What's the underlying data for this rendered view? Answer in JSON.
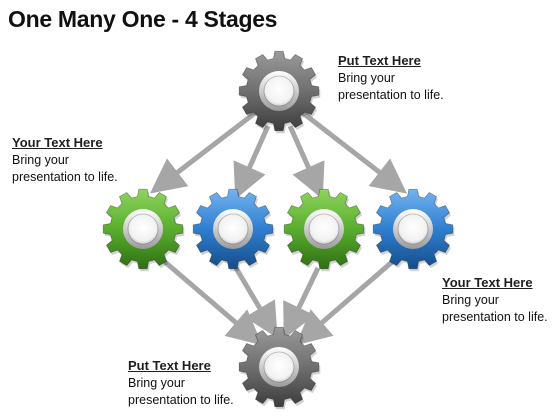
{
  "title": "One Many One - 4 Stages",
  "callouts": {
    "top": {
      "heading": "Put Text Here",
      "body": "Bring your presentation to life."
    },
    "left": {
      "heading": "Your Text Here",
      "body": "Bring your presentation to life."
    },
    "right": {
      "heading": "Your Text Here",
      "body": "Bring your presentation to life."
    },
    "bottom": {
      "heading": "Put Text Here",
      "body": "Bring your presentation to life."
    }
  },
  "colors": {
    "gear_gray": "#6f6f6f",
    "gear_green": "#5aae2e",
    "gear_blue": "#2f7fcf",
    "arrow": "#a6a6a6"
  },
  "gears": [
    {
      "name": "gear-top-gray-icon",
      "color": "gear_gray"
    },
    {
      "name": "gear-middle-1-green-icon",
      "color": "gear_green"
    },
    {
      "name": "gear-middle-2-blue-icon",
      "color": "gear_blue"
    },
    {
      "name": "gear-middle-3-green-icon",
      "color": "gear_green"
    },
    {
      "name": "gear-middle-4-blue-icon",
      "color": "gear_blue"
    },
    {
      "name": "gear-bottom-gray-icon",
      "color": "gear_gray"
    }
  ]
}
